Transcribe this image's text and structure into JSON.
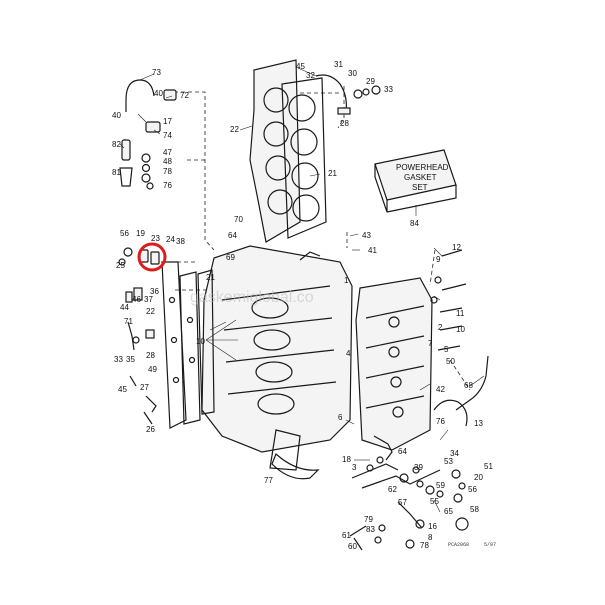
{
  "gasket_box": {
    "line1": "POWERHEAD",
    "line2": "GASKET",
    "line3": "SET",
    "number": "84"
  },
  "watermark": "gaskemiglobal.co",
  "footer": {
    "code": "PCA2068",
    "tag": "5/97"
  },
  "highlight_color": "#e01b1b",
  "labels": {
    "l73": "73",
    "l40": "40",
    "l72": "72",
    "l17": "17",
    "l74": "74",
    "l82": "82",
    "l47": "47",
    "l48": "48",
    "l78a": "78",
    "l81": "81",
    "l76a": "76",
    "l45a": "45",
    "l31": "31",
    "l32": "32",
    "l30": "30",
    "l29": "29",
    "l33": "33",
    "l28": "28",
    "l22a": "22",
    "l21a": "21",
    "l70": "70",
    "l64a": "64",
    "l43": "43",
    "l41": "41",
    "l56": "56",
    "l19": "19",
    "l23": "23",
    "l24": "24",
    "l38": "38",
    "l25": "25",
    "l69": "69",
    "l21b": "21",
    "l12": "12",
    "l9": "9",
    "l1": "1",
    "l44": "44",
    "l46": "46",
    "l37": "37",
    "l36": "36",
    "l22b": "22",
    "l71": "71",
    "l11": "11",
    "l2": "2",
    "l7": "7",
    "l10a": "10",
    "l10b": "10",
    "l5": "5",
    "l50": "50",
    "l33b": "33",
    "l35": "35",
    "l28b": "28",
    "l49": "49",
    "l4": "4",
    "l45b": "45",
    "l27": "27",
    "l42": "42",
    "l68": "68",
    "l26": "26",
    "l6": "6",
    "l76b": "76",
    "l13": "13",
    "l18": "18",
    "l64b": "64",
    "l3": "3",
    "l39": "39",
    "l34": "34",
    "l53": "53",
    "l51": "51",
    "l77": "77",
    "l62": "62",
    "l59": "59",
    "l20": "20",
    "l55": "55",
    "l56b": "56",
    "l57": "57",
    "l65": "65",
    "l58": "58",
    "l79": "79",
    "l83": "83",
    "l16": "16",
    "l61": "61",
    "l60": "60",
    "l8": "8",
    "l78b": "78"
  }
}
